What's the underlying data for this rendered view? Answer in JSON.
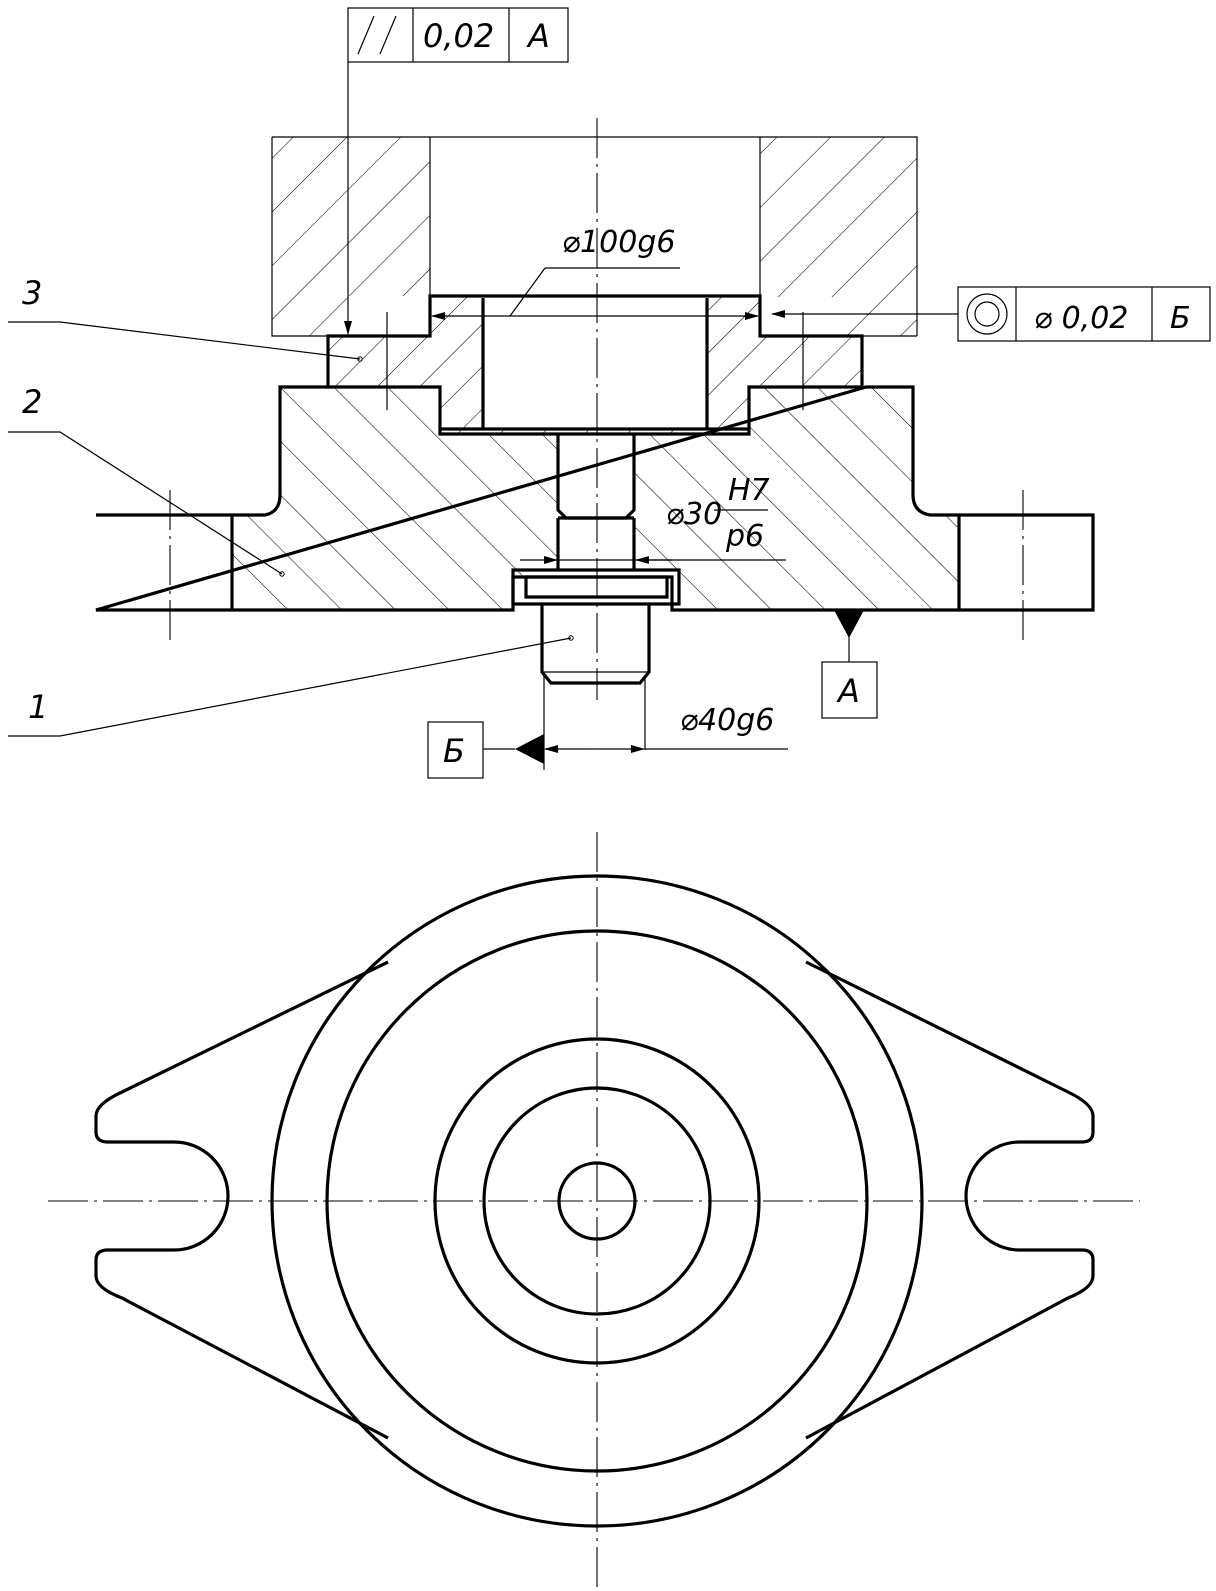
{
  "labels": {
    "parallelism_tolerance": "0,02",
    "parallelism_datum": "A",
    "concentricity_tolerance": "⌀ 0,02",
    "concentricity_datum": "Б",
    "dim_outer": "⌀100g6",
    "dim_fit_base": "⌀30",
    "dim_fit_hole": "H7",
    "dim_fit_shaft": "p6",
    "dim_pin": "⌀40g6",
    "datum_a": "A",
    "datum_b": "Б",
    "part_1": "1",
    "part_2": "2",
    "part_3": "3"
  },
  "icons": {
    "parallelism": "parallelism-symbol",
    "concentricity": "concentricity-symbol",
    "datum": "datum-triangle"
  },
  "colors": {
    "line": "#000000",
    "background": "#ffffff"
  }
}
